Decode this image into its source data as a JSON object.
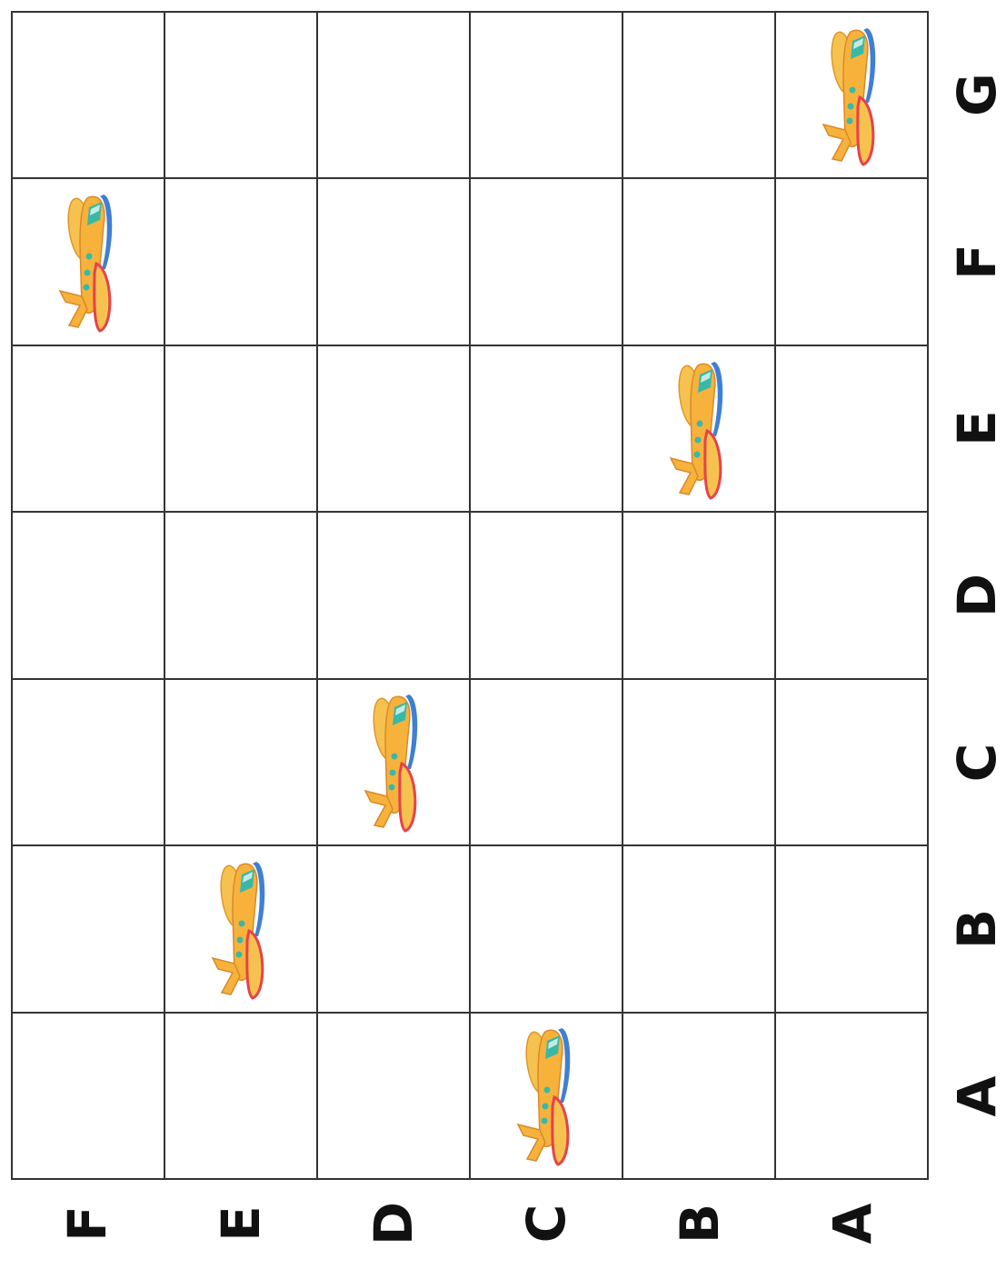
{
  "grid": {
    "rows": [
      "G",
      "F",
      "E",
      "D",
      "C",
      "B",
      "A"
    ],
    "cols": [
      "F",
      "E",
      "D",
      "C",
      "B",
      "A"
    ],
    "planes": [
      {
        "row": "G",
        "col": "A"
      },
      {
        "row": "F",
        "col": "F"
      },
      {
        "row": "E",
        "col": "B"
      },
      {
        "row": "C",
        "col": "D"
      },
      {
        "row": "B",
        "col": "E"
      },
      {
        "row": "A",
        "col": "C"
      }
    ]
  },
  "colors": {
    "line": "#333333",
    "plane_body": "#f7b23b",
    "plane_wing": "#f6c24f",
    "plane_edge_red": "#e8414b",
    "plane_edge_blue": "#3f7fd4",
    "plane_window": "#39b8a8"
  },
  "icons": {
    "plane": "airplane-icon"
  }
}
